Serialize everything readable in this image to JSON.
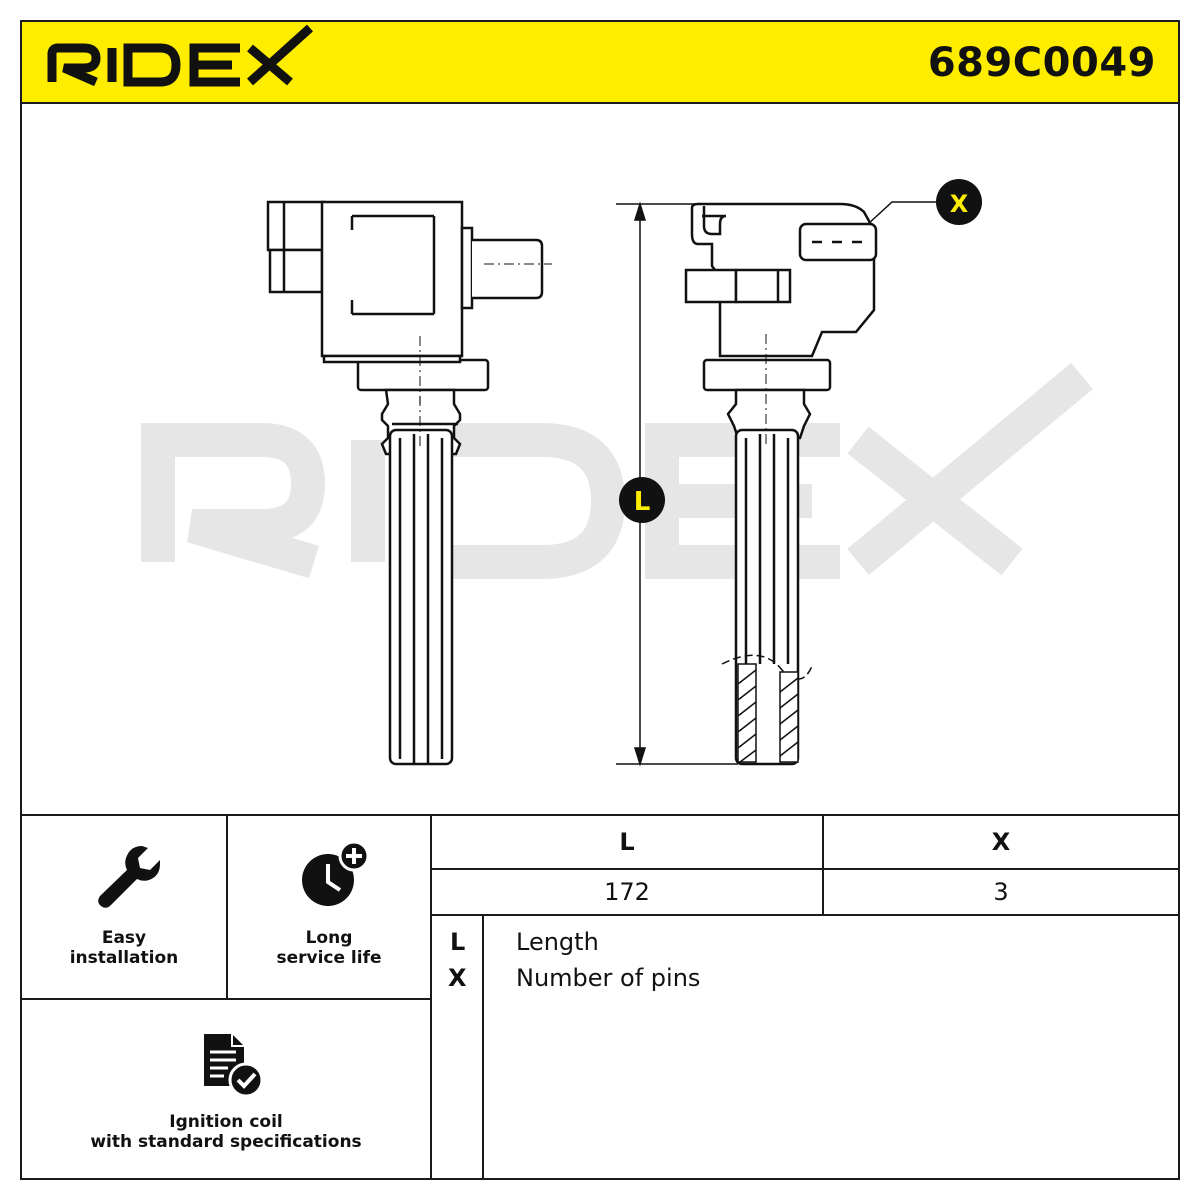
{
  "header": {
    "brand": "RIDEX",
    "part_number": "689C0049"
  },
  "drawing": {
    "watermark": "RIDEX",
    "markers": {
      "length_marker": "L",
      "pins_marker": "X"
    }
  },
  "features": [
    {
      "icon": "wrench-icon",
      "line1": "Easy",
      "line2": "installation"
    },
    {
      "icon": "clock-plus-icon",
      "line1": "Long",
      "line2": "service life"
    },
    {
      "icon": "document-check-icon",
      "line1": "Ignition coil",
      "line2": "with standard specifications"
    }
  ],
  "spec_table": {
    "headers": [
      "L",
      "X"
    ],
    "values": [
      "172",
      "3"
    ]
  },
  "legend": [
    {
      "key": "L",
      "label": "Length"
    },
    {
      "key": "X",
      "label": "Number of pins"
    }
  ],
  "colors": {
    "accent": "#ffed00",
    "ink": "#1a1a1a",
    "watermark": "#e6e6e6"
  }
}
